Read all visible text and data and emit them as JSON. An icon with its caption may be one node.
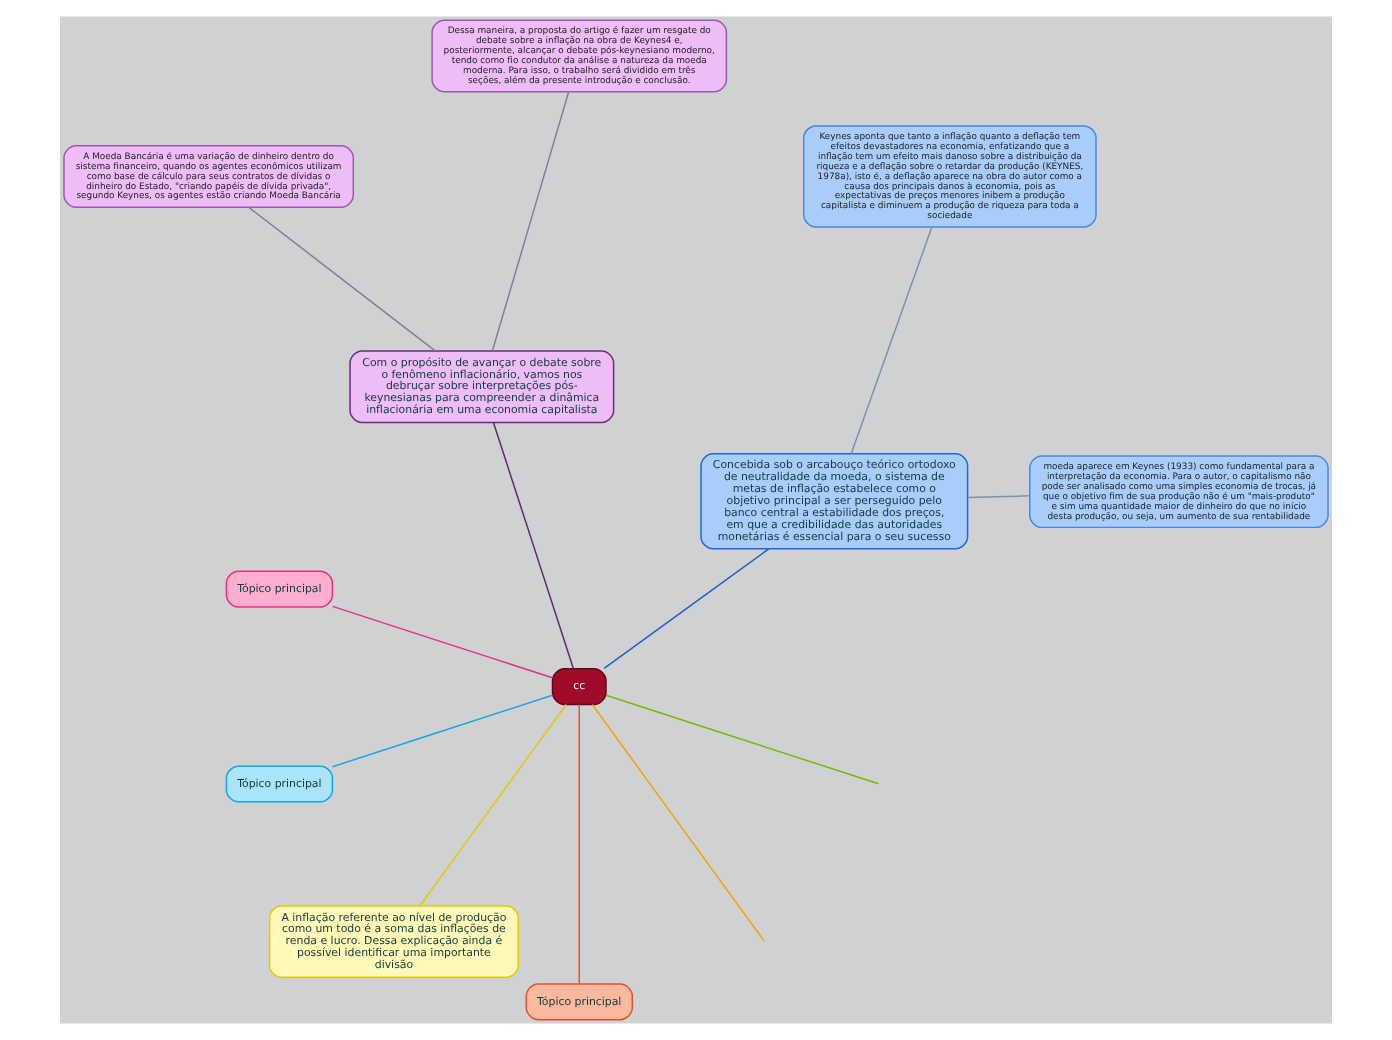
{
  "diagram": {
    "nodes": [
      {
        "text": [
          "cc"
        ]
      },
      {
        "text": [
          "Concebida sob o arcabouço teórico ortodoxo de neutralidade da moeda, o sistema de metas de inflação estabelece como o objetivo principal a ser perseguido pelo banco central a estabilidade dos preços, em que a credibilidade das autoridades monetárias é essencial para o seu sucesso"
        ]
      },
      {
        "text": [
          "moeda aparece em Keynes (1933) como fundamental para a interpretação da economia. Para o autor, o capitalismo não pode ser analisado como uma simples economia de trocas, já que o objetivo fim de sua produção não é um \"mais-produto\" e sim uma quantidade maior de dinheiro do que no início desta produção, ou seja, um aumento de sua rentabilidade"
        ]
      },
      {
        "text": [
          "Keynes aponta que tanto a inflação quanto a deflação tem efeitos devastadores na economia, enfatizando que a inflação tem um efeito mais danoso sobre a distribuição da riqueza e a deflação sobre o retardar da produção (KEYNES, 1978a), isto é, a deflação aparece na obra do autor como a causa dos principais danos à economia, pois as expectativas de preços menores inibem a produção capitalista e diminuem a produção de riqueza para toda a sociedade"
        ]
      },
      {
        "text": [
          "Com o propósito de avançar o debate sobre o fenômeno inflacionário, vamos nos debruçar sobre interpretações pós-keynesianas para compreender a dinâmica inflacionária em uma economia capitalista"
        ]
      },
      {
        "text": [
          "Dessa maneira, a proposta do artigo é fazer um resgate do debate sobre a inflação na obra de Keynes4 e, posteriormente, alcançar o debate pós-keynesiano moderno, tendo como fio condutor da análise a natureza da moeda moderna. Para isso, o trabalho será dividido em três seções, além da presente introdução e conclusão."
        ]
      },
      {
        "text": [
          "A Moeda Bancária é uma variação de dinheiro dentro do sistema financeiro, quando os agentes econômicos utilizam como base de cálculo para seus contratos de dívidas o dinheiro do Estado, \"criando papéis de dívida privada\", segundo Keynes, os agentes estão criando Moeda Bancária"
        ]
      },
      {
        "text": [
          "Tópico principal"
        ]
      },
      {
        "text": [
          "Tópico principal"
        ]
      },
      {
        "text": [
          "A inflação referente ao nível de produção como um todo é a soma das inflações de renda e lucro. Dessa explicação ainda é possível identificar uma importante divisão"
        ]
      },
      {
        "text": [
          "Tópico principal"
        ]
      }
    ],
    "edges": [
      {
        "from": 0,
        "to": 1,
        "arrow": "none",
        "color": "#1f5fc7"
      },
      {
        "from": 1,
        "to": 2,
        "arrow": "none",
        "color": "#7f8fb0"
      },
      {
        "from": 1,
        "to": 3,
        "arrow": "none",
        "color": "#7f8fb0"
      },
      {
        "from": 0,
        "to": 4,
        "arrow": "none",
        "color": "#5a2a6a"
      },
      {
        "from": 4,
        "to": 5,
        "arrow": "none",
        "color": "#8a7a9a"
      },
      {
        "from": 4,
        "to": 6,
        "arrow": "none",
        "color": "#8a7a9a"
      },
      {
        "from": 0,
        "to": 7,
        "arrow": "none",
        "color": "#e8317a"
      },
      {
        "from": 0,
        "to": 8,
        "arrow": "none",
        "color": "#1aa5e3"
      },
      {
        "from": 0,
        "to": 9,
        "arrow": "none",
        "color": "#e5c900"
      },
      {
        "from": 0,
        "to": 10,
        "arrow": "none",
        "color": "#e8502a"
      },
      {
        "from": 0,
        "to": null,
        "arrow": "none",
        "color": "#f5a300"
      },
      {
        "from": 0,
        "to": null,
        "arrow": "none",
        "color": "#7ab800"
      }
    ]
  }
}
